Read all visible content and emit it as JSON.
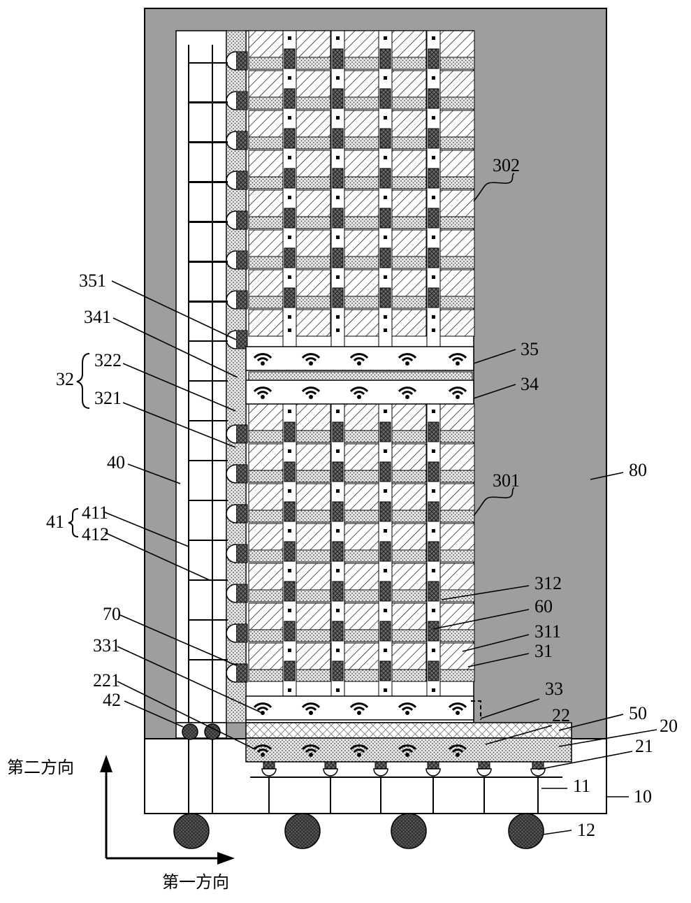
{
  "diagram": {
    "description_labels": {
      "l302": "302",
      "l351": "351",
      "l341": "341",
      "l35": "35",
      "l34": "34",
      "l32": "32",
      "l322": "322",
      "l321": "321",
      "l40": "40",
      "l301": "301",
      "l80": "80",
      "l41": "41",
      "l411": "411",
      "l412": "412",
      "l312": "312",
      "l60": "60",
      "l311": "311",
      "l31": "31",
      "l70": "70",
      "l331": "331",
      "l33": "33",
      "l221": "221",
      "l22": "22",
      "l50": "50",
      "l42": "42",
      "l20": "20",
      "l21": "21",
      "l11": "11",
      "l10": "10",
      "l12": "12"
    },
    "axes": {
      "vertical": "第二方向",
      "horizontal": "第一方向"
    },
    "colors": {
      "mold": "#9e9e9e",
      "line": "#000000",
      "background": "#ffffff"
    }
  }
}
